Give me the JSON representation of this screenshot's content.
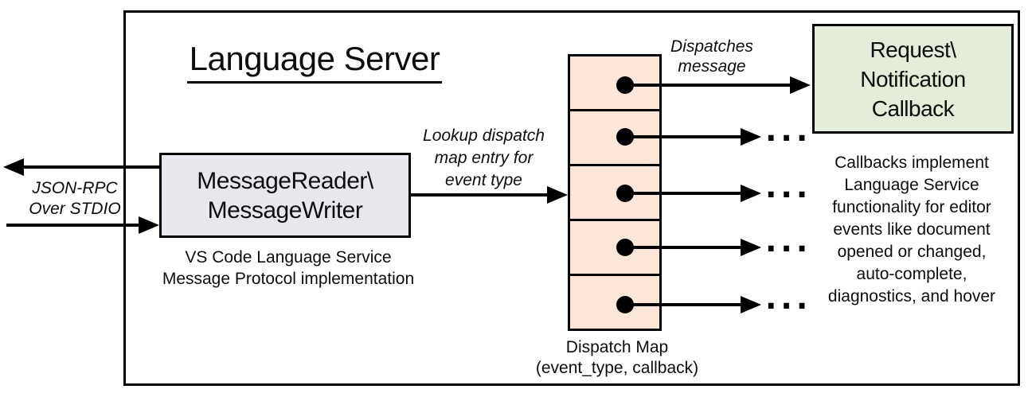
{
  "diagram": {
    "title": "Language Server",
    "stdio_label": {
      "lines": [
        "JSON-RPC",
        "Over STDIO"
      ]
    },
    "reader_box": {
      "lines": [
        "MessageReader\\",
        "MessageWriter"
      ]
    },
    "reader_caption": {
      "lines": [
        "VS Code Language Service",
        "Message Protocol implementation"
      ]
    },
    "lookup_label": {
      "lines": [
        "Lookup dispatch",
        "map entry for",
        "event type"
      ]
    },
    "dispatches_label": {
      "lines": [
        "Dispatches",
        "message"
      ]
    },
    "callback_box": {
      "lines": [
        "Request\\",
        "Notification",
        "Callback"
      ]
    },
    "callbacks_note": {
      "lines": [
        "Callbacks implement",
        "Language Service",
        "functionality for editor",
        "events like document",
        "opened or changed,",
        "auto-complete,",
        "diagnostics, and hover"
      ]
    },
    "dispatch_map": {
      "cell_count": 5,
      "caption_lines": [
        "Dispatch Map",
        "(event_type, callback)"
      ],
      "ellipsis": "..."
    },
    "colors": {
      "reader_fill": "#E8E7EE",
      "dispatch_fill": "#FBE6D8",
      "callback_fill": "#E3EDD9",
      "stroke": "#000000"
    }
  }
}
